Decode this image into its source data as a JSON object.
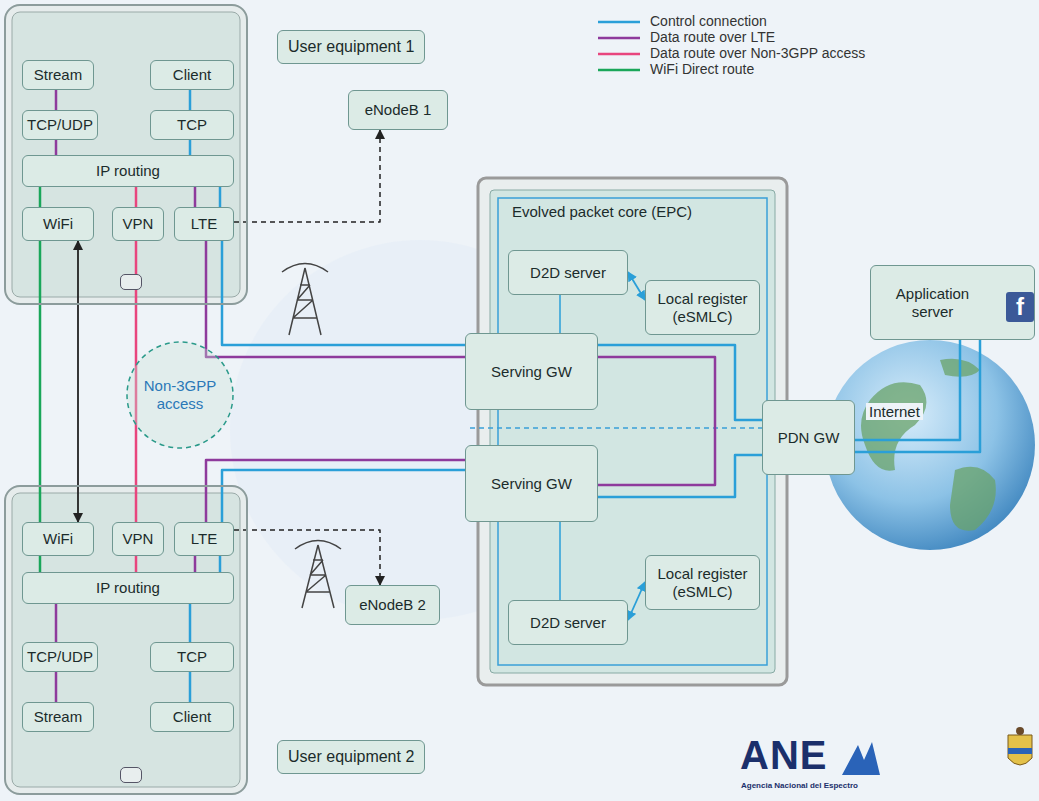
{
  "diagram": {
    "nodes": [
      {
        "text": [
          "User equipment 1"
        ]
      },
      {
        "text": [
          "Stream"
        ],
        "in": 0
      },
      {
        "text": [
          "Client"
        ],
        "in": 0
      },
      {
        "text": [
          "TCP/UDP"
        ],
        "in": 0
      },
      {
        "text": [
          "TCP"
        ],
        "in": 0
      },
      {
        "text": [
          "IP routing"
        ],
        "in": 0
      },
      {
        "text": [
          "WiFi"
        ],
        "in": 0
      },
      {
        "text": [
          "VPN"
        ],
        "in": 0
      },
      {
        "text": [
          "LTE"
        ],
        "in": 0
      },
      {
        "text": [
          "eNodeB 1"
        ]
      },
      {
        "text": [
          "Evolved packet core (EPC)"
        ]
      },
      {
        "text": [
          "D2D server"
        ],
        "in": 10
      },
      {
        "text": [
          "Local register (eSMLC)"
        ],
        "in": 10
      },
      {
        "text": [
          "Serving GW"
        ],
        "in": 10
      },
      {
        "text": [
          "Serving GW"
        ],
        "in": 10
      },
      {
        "text": [
          "Local register (eSMLC)"
        ],
        "in": 10
      },
      {
        "text": [
          "D2D server"
        ],
        "in": 10
      },
      {
        "text": [
          "PDN GW"
        ]
      },
      {
        "text": [
          "Application server"
        ]
      },
      {
        "text": [
          "Non-3GPP access"
        ]
      },
      {
        "text": [
          "eNodeB 2"
        ]
      },
      {
        "text": [
          "User equipment 2"
        ]
      },
      {
        "text": [
          "WiFi"
        ],
        "in": 21
      },
      {
        "text": [
          "VPN"
        ],
        "in": 21
      },
      {
        "text": [
          "LTE"
        ],
        "in": 21
      },
      {
        "text": [
          "IP routing"
        ],
        "in": 21
      },
      {
        "text": [
          "TCP/UDP"
        ],
        "in": 21
      },
      {
        "text": [
          "TCP"
        ],
        "in": 21
      },
      {
        "text": [
          "Stream"
        ],
        "in": 21
      },
      {
        "text": [
          "Client"
        ],
        "in": 21
      }
    ],
    "edges": [
      {
        "from": 2,
        "to": 4,
        "arrow": "none"
      },
      {
        "from": 4,
        "to": 5,
        "arrow": "none"
      },
      {
        "from": 5,
        "to": 8,
        "arrow": "none"
      },
      {
        "from": 1,
        "to": 3,
        "arrow": "none"
      },
      {
        "from": 3,
        "to": 5,
        "arrow": "none"
      },
      {
        "from": 5,
        "to": 8,
        "arrow": "none"
      },
      {
        "from": 5,
        "to": 6,
        "arrow": "none"
      },
      {
        "from": 5,
        "to": 7,
        "arrow": "none"
      },
      {
        "from": 8,
        "to": 9,
        "arrow": "to"
      },
      {
        "from": 8,
        "to": 13,
        "arrow": "none"
      },
      {
        "from": 8,
        "to": 13,
        "arrow": "none"
      },
      {
        "from": 11,
        "to": 12,
        "arrow": "both"
      },
      {
        "from": 11,
        "to": 13,
        "arrow": "none"
      },
      {
        "from": 13,
        "to": 17,
        "arrow": "none"
      },
      {
        "from": 13,
        "to": 14,
        "arrow": "none"
      },
      {
        "from": 14,
        "to": 17,
        "arrow": "none"
      },
      {
        "from": 16,
        "to": 15,
        "arrow": "both"
      },
      {
        "from": 16,
        "to": 14,
        "arrow": "none"
      },
      {
        "from": 17,
        "to": 18,
        "arrow": "none"
      },
      {
        "from": 17,
        "to": 18,
        "arrow": "none"
      },
      {
        "from": 6,
        "to": 22,
        "arrow": "none"
      },
      {
        "from": 6,
        "to": 22,
        "arrow": "both"
      },
      {
        "from": 7,
        "to": 23,
        "arrow": "none"
      },
      {
        "from": 24,
        "to": 20,
        "arrow": "to"
      },
      {
        "from": 24,
        "to": 14,
        "arrow": "none"
      },
      {
        "from": 24,
        "to": 14,
        "arrow": "none"
      },
      {
        "from": 22,
        "to": 25,
        "arrow": "none"
      },
      {
        "from": 23,
        "to": 25,
        "arrow": "none"
      },
      {
        "from": 25,
        "to": 24,
        "arrow": "none"
      },
      {
        "from": 25,
        "to": 24,
        "arrow": "none"
      },
      {
        "from": 28,
        "to": 26,
        "arrow": "none"
      },
      {
        "from": 26,
        "to": 25,
        "arrow": "none"
      },
      {
        "from": 29,
        "to": 27,
        "arrow": "none"
      },
      {
        "from": 27,
        "to": 25,
        "arrow": "none"
      }
    ],
    "labels": [
      "Internet",
      "f",
      "ANE",
      "Agencia Nacional del Espectro"
    ],
    "legend": [
      {
        "text": "Control connection"
      },
      {
        "text": "Data route over LTE"
      },
      {
        "text": "Data route over Non-3GPP access"
      },
      {
        "text": "WiFi Direct route"
      }
    ]
  }
}
